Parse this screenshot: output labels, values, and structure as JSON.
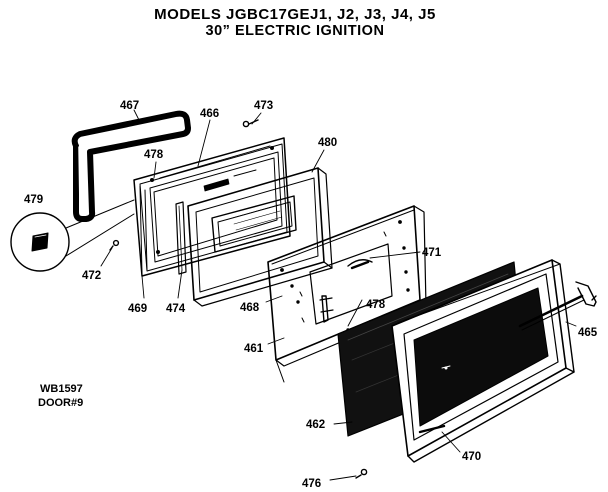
{
  "title": {
    "line1": "MODELS JGBC17GEJ1, J2, J3, J4, J5",
    "line2": "30” ELECTRIC IGNITION"
  },
  "plate": {
    "code": "WB1597",
    "door": "DOOR#9"
  },
  "callouts": {
    "p467": "467",
    "p466": "466",
    "p473": "473",
    "p478a": "478",
    "p480": "480",
    "p479": "479",
    "p472": "472",
    "p469": "469",
    "p474": "474",
    "p468": "468",
    "p478b": "478",
    "p471": "471",
    "p461": "461",
    "p465": "465",
    "p462": "462",
    "p470": "470",
    "p476": "476"
  }
}
